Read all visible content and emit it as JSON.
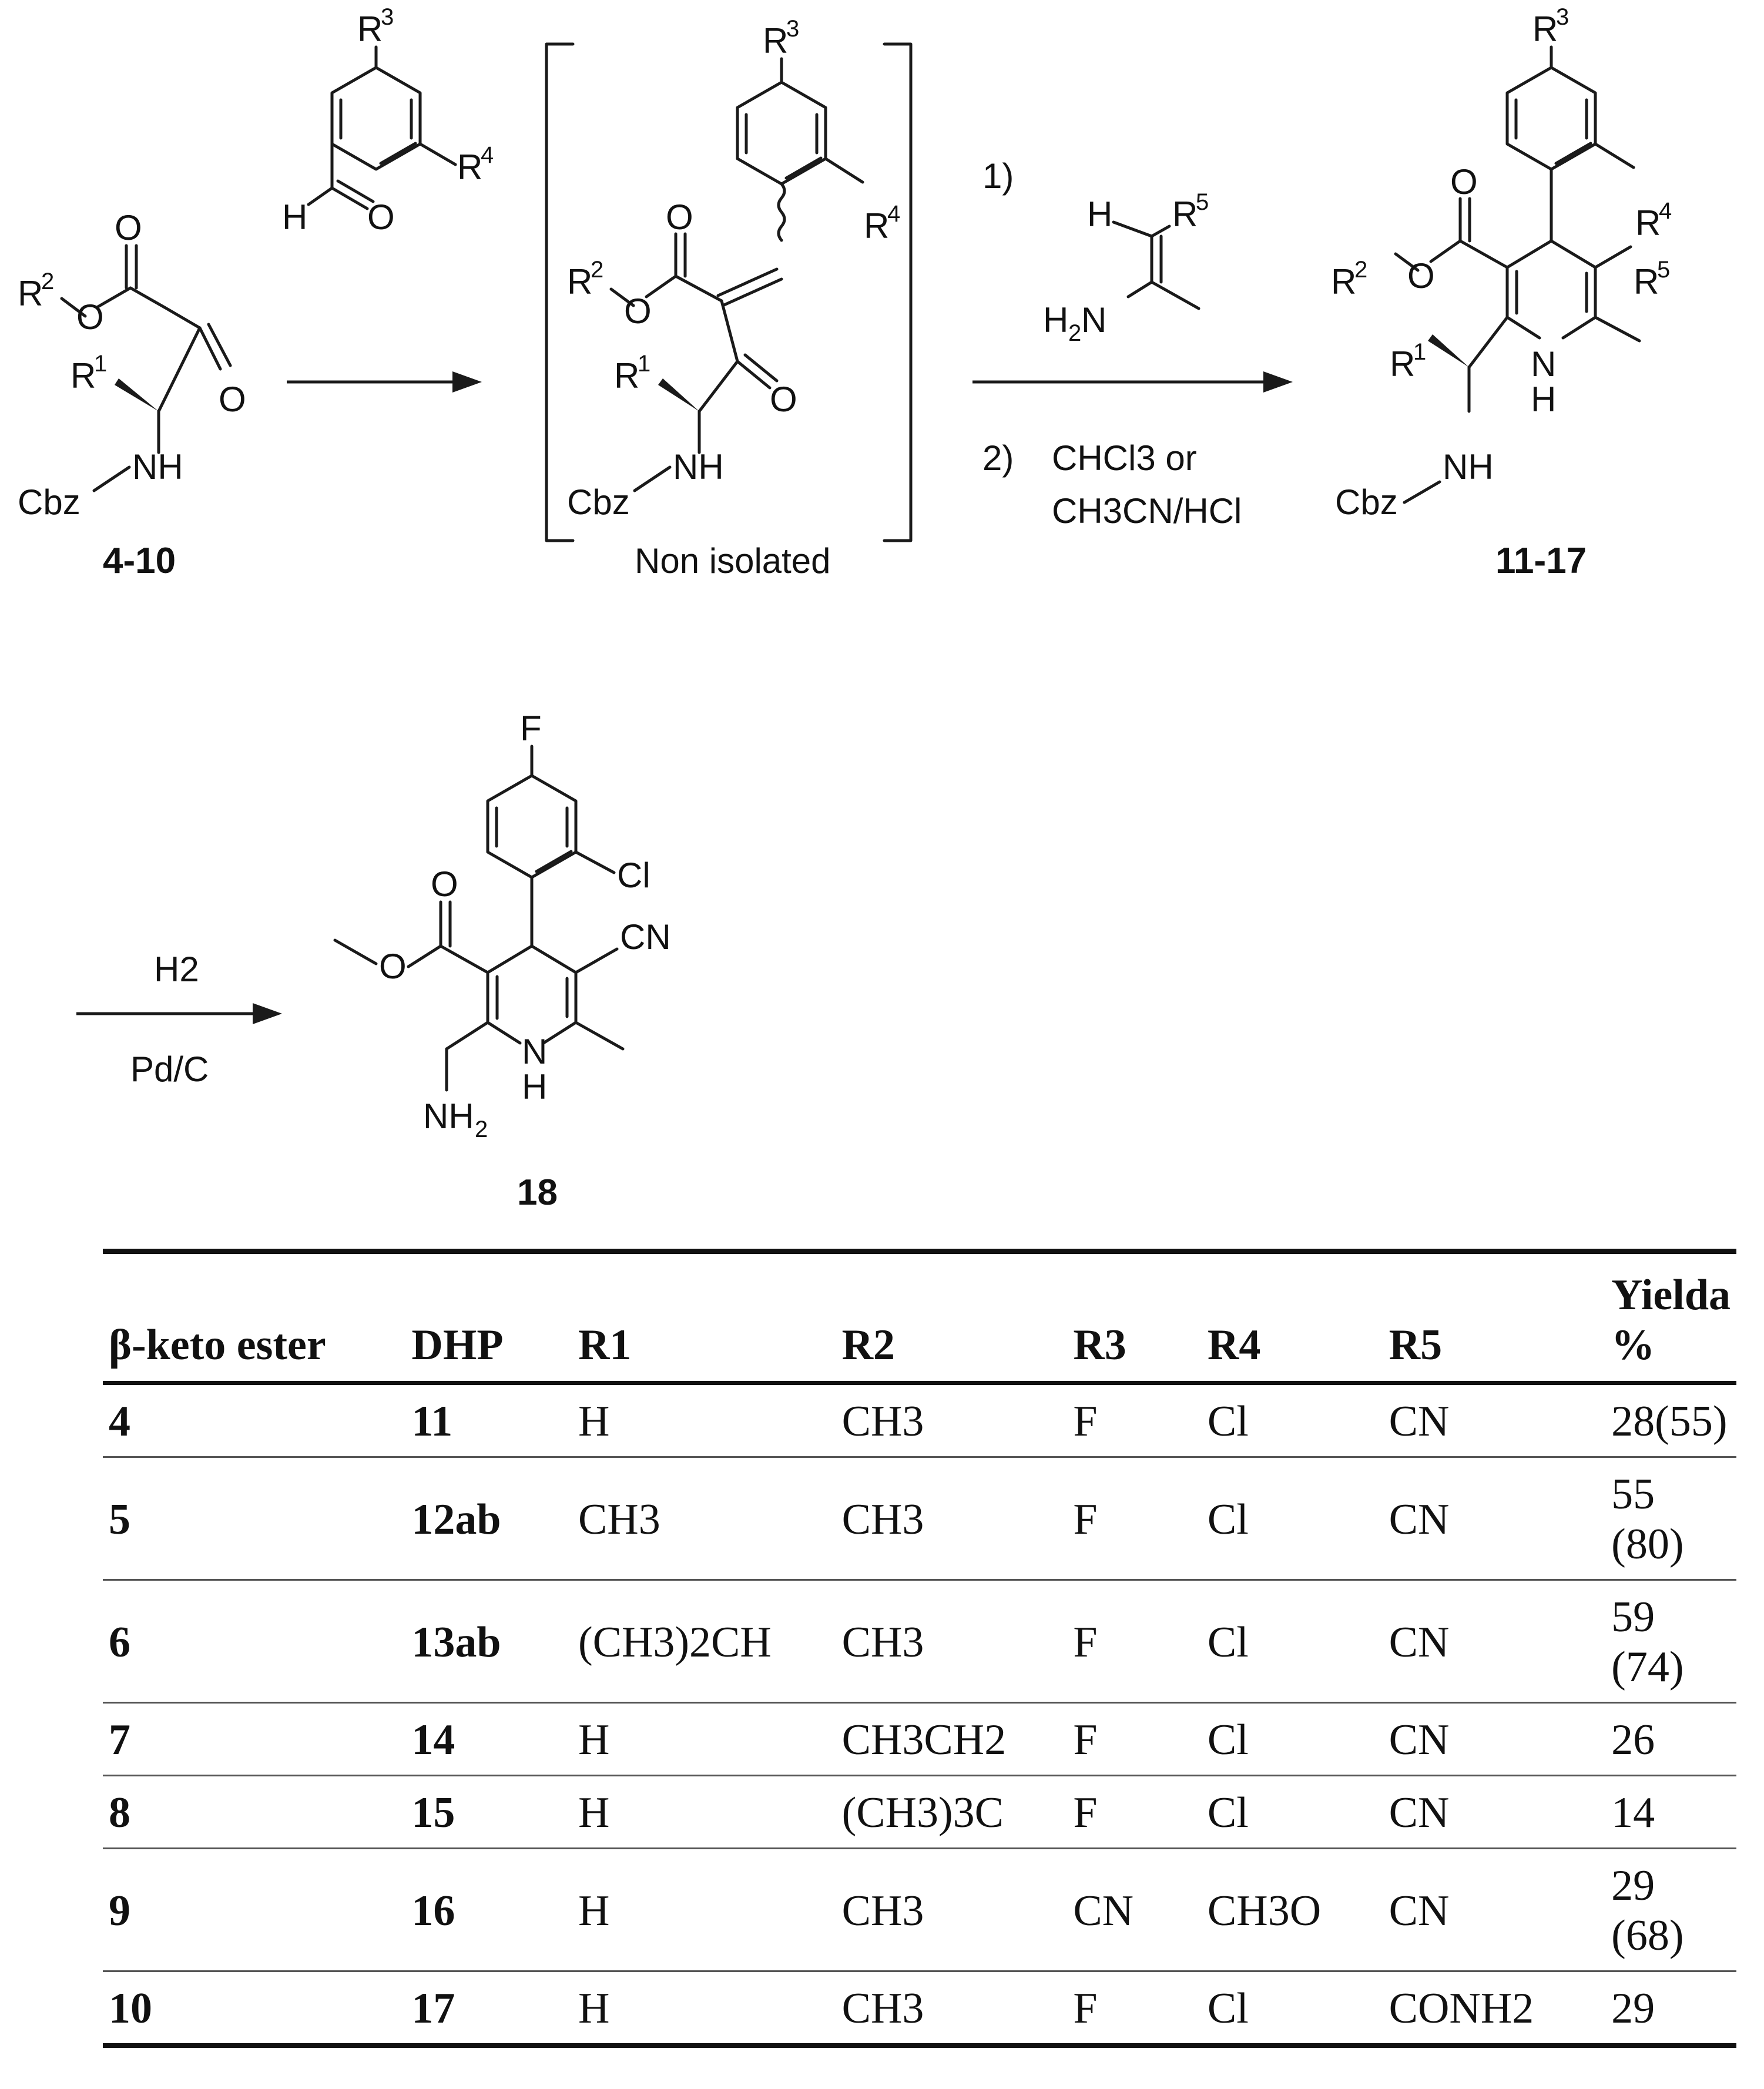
{
  "scheme": {
    "compounds": {
      "start": "4-10",
      "product": "11-17",
      "final": "18"
    },
    "intermediate_label": "Non isolated",
    "step1_label": "1)",
    "step2_label": "2)",
    "step2_conditions_line1": "CHCl3 or",
    "step2_conditions_line2": "CH3CN/HCl",
    "reagent_top": "H2",
    "reagent_bottom": "Pd/C"
  },
  "table": {
    "columns": [
      "β-keto ester",
      "DHP",
      "R1",
      "R2",
      "R3",
      "R4",
      "R5",
      "Yielda %"
    ],
    "rows": [
      [
        "4",
        "11",
        "H",
        "CH3",
        "F",
        "Cl",
        "CN",
        "28(55)"
      ],
      [
        "5",
        "12ab",
        "CH3",
        "CH3",
        "F",
        "Cl",
        "CN",
        "55 (80)"
      ],
      [
        "6",
        "13ab",
        "(CH3)2CH",
        "CH3",
        "F",
        "Cl",
        "CN",
        "59 (74)"
      ],
      [
        "7",
        "14",
        "H",
        "CH3CH2",
        "F",
        "Cl",
        "CN",
        "26"
      ],
      [
        "8",
        "15",
        "H",
        "(CH3)3C",
        "F",
        "Cl",
        "CN",
        "14"
      ],
      [
        "9",
        "16",
        "H",
        "CH3",
        "CN",
        "CH3O",
        "CN",
        "29 (68)"
      ],
      [
        "10",
        "17",
        "H",
        "CH3",
        "F",
        "Cl",
        "CONH2",
        "29"
      ]
    ]
  }
}
